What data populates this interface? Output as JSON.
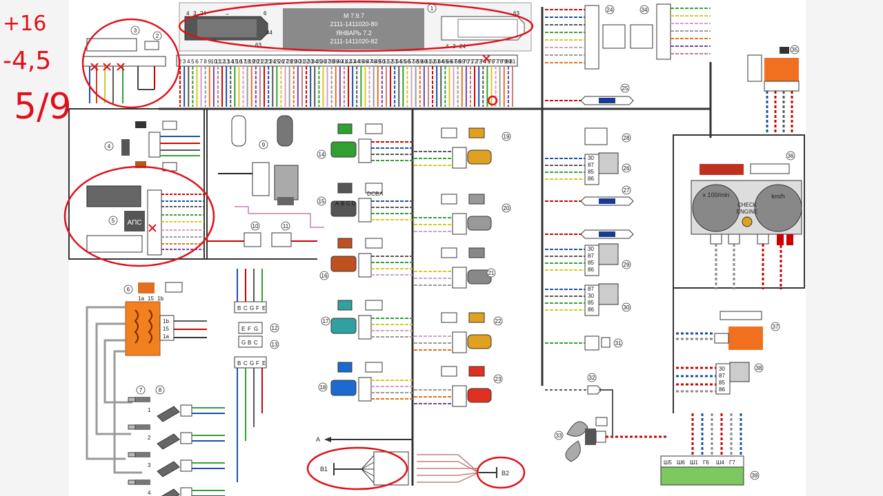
{
  "annotations": [
    "+16",
    "-4,5",
    "5/9"
  ],
  "ecu": {
    "model": "M 7.9.7",
    "part1": "2111-1411020-80",
    "firmware": "ЯНВАРЬ 7.2",
    "part2": "2111-1411020-82",
    "pins_left_top": [
      "4",
      "3",
      "24"
    ],
    "pin_right_top": "6",
    "pin_right_mid": "44",
    "pin_bottom_left": "63",
    "pins_right_connector": [
      "4",
      "3",
      "24"
    ],
    "pin_right_connector_top": "63",
    "pins": [
      "2",
      "3",
      "4",
      "5",
      "6",
      "7",
      "8",
      "9",
      "10",
      "11",
      "12",
      "13",
      "14",
      "15",
      "16",
      "17",
      "18",
      "19",
      "20",
      "21",
      "22",
      "23",
      "24",
      "25",
      "26",
      "27",
      "28",
      "29",
      "30",
      "31",
      "32",
      "33",
      "34",
      "35",
      "36",
      "37",
      "38",
      "39",
      "40",
      "41",
      "42",
      "43",
      "44",
      "45",
      "46",
      "47",
      "48",
      "49",
      "50",
      "51",
      "52",
      "53",
      "54",
      "55",
      "56",
      "57",
      "58",
      "59",
      "60",
      "61",
      "62",
      "63",
      "64",
      "65",
      "66",
      "67",
      "68",
      "69",
      "70",
      "71",
      "72",
      "73",
      "74",
      "75",
      "76",
      "77",
      "78",
      "79",
      "80",
      "81"
    ]
  },
  "components": [
    {
      "id": "c1",
      "text": "1"
    },
    {
      "id": "c2",
      "text": "2"
    },
    {
      "id": "c3",
      "text": "3"
    },
    {
      "id": "c4",
      "text": "4"
    },
    {
      "id": "c5",
      "text": "5"
    },
    {
      "id": "c6",
      "text": "6"
    },
    {
      "id": "c7",
      "text": "7"
    },
    {
      "id": "c8",
      "text": "8"
    },
    {
      "id": "c9",
      "text": "9"
    },
    {
      "id": "c10",
      "text": "10"
    },
    {
      "id": "c11",
      "text": "11"
    },
    {
      "id": "c12",
      "text": "12"
    },
    {
      "id": "c13",
      "text": "13"
    },
    {
      "id": "c14",
      "text": "14"
    },
    {
      "id": "c15",
      "text": "15"
    },
    {
      "id": "c16",
      "text": "16"
    },
    {
      "id": "c17",
      "text": "17"
    },
    {
      "id": "c18",
      "text": "18"
    },
    {
      "id": "c19",
      "text": "19"
    },
    {
      "id": "c20",
      "text": "20"
    },
    {
      "id": "c21",
      "text": "21"
    },
    {
      "id": "c22",
      "text": "22"
    },
    {
      "id": "c23",
      "text": "23"
    },
    {
      "id": "c24",
      "text": "24"
    },
    {
      "id": "c25",
      "text": "25"
    },
    {
      "id": "c26",
      "text": "26"
    },
    {
      "id": "c27",
      "text": "27"
    },
    {
      "id": "c28",
      "text": "28"
    },
    {
      "id": "c29",
      "text": "29"
    },
    {
      "id": "c30",
      "text": "30"
    },
    {
      "id": "c31",
      "text": "31"
    },
    {
      "id": "c32",
      "text": "32"
    },
    {
      "id": "c33",
      "text": "33"
    },
    {
      "id": "c34",
      "text": "34"
    },
    {
      "id": "c35",
      "text": "35"
    },
    {
      "id": "c36",
      "text": "36"
    },
    {
      "id": "c37",
      "text": "37"
    },
    {
      "id": "c38",
      "text": "38"
    },
    {
      "id": "c39",
      "text": "39"
    }
  ],
  "labels": {
    "immo": "АПС",
    "ground_a": "A",
    "ground_b1": "B1",
    "ground_b2": "B2",
    "tach": "x 100/min",
    "speed": "km/h",
    "check1": "CHECK",
    "check2": "ENGINE",
    "coil_pins": [
      "1a",
      "15",
      "1b"
    ],
    "coil_term_1b": "1b",
    "coil_term_15": "15",
    "coil_term_1a": "1a",
    "cyl": [
      "1",
      "2",
      "3",
      "4"
    ],
    "relay_pins": [
      "30",
      "87",
      "85",
      "86"
    ],
    "relay28_pins": [
      "30",
      "87",
      "85",
      "86"
    ],
    "relay30_pins": [
      "87",
      "30",
      "85",
      "86"
    ],
    "relay38_pins": [
      "30",
      "87",
      "85",
      "86"
    ],
    "diag_pins": [
      "Ш5",
      "Ш6",
      "Ш1",
      "Г6",
      "Ш4",
      "Г7"
    ],
    "conn_bcgfe": [
      "B",
      "C",
      "G",
      "F",
      "E"
    ],
    "conn_efgbc": [
      "E",
      "F",
      "G",
      "B",
      "C"
    ],
    "abcd": [
      "A",
      "B",
      "C",
      "D"
    ],
    "dcba": [
      "D",
      "C",
      "B",
      "A"
    ]
  }
}
